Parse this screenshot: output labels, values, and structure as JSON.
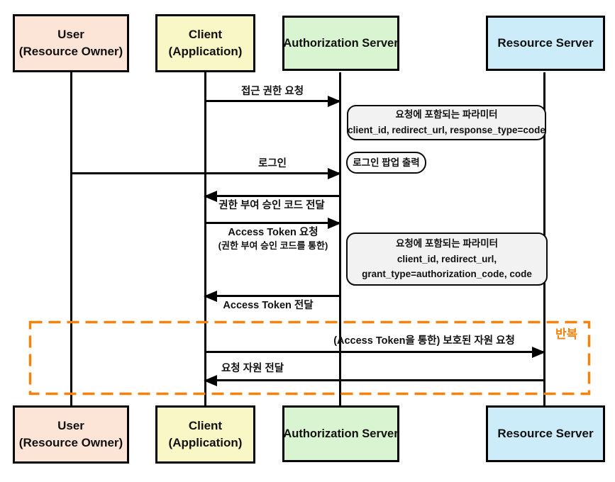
{
  "diagram_type": "sequence-diagram",
  "actors": {
    "user": {
      "name": "User",
      "subtitle": "(Resource Owner)",
      "fill": "#fce5d7"
    },
    "client": {
      "name": "Client",
      "subtitle": "(Application)",
      "fill": "#f9f7c5"
    },
    "auth_server": {
      "name": "Authorization Server",
      "fill": "#d9f4d0"
    },
    "resource_server": {
      "name": "Resource Server",
      "fill": "#cdecfa"
    }
  },
  "messages": [
    {
      "from": "client",
      "to": "auth_server",
      "label": "접근 권한 요청"
    },
    {
      "from": "user",
      "to": "auth_server",
      "label": "로그인"
    },
    {
      "from": "auth_server",
      "to": "client",
      "label": "권한 부여 승인 코드 전달"
    },
    {
      "from": "client",
      "to": "auth_server",
      "label": "Access Token 요청",
      "sublabel": "(권한 부여 승인 코드를 통한)"
    },
    {
      "from": "auth_server",
      "to": "client",
      "label": "Access Token 전달"
    },
    {
      "from": "client",
      "to": "resource_server",
      "label": "(Access Token을 통한) 보호된 자원 요청"
    },
    {
      "from": "resource_server",
      "to": "client",
      "label": "요청 자원 전달"
    }
  ],
  "notes": [
    {
      "attached_to": "auth_server",
      "lines": [
        "요청에 포함되는 파라미터",
        "client_id, redirect_url, response_type=code"
      ]
    },
    {
      "attached_to": "auth_server",
      "lines": [
        "로그인 팝업 출력"
      ]
    },
    {
      "attached_to": "auth_server",
      "lines": [
        "요청에 포함되는 파라미터",
        "client_id, redirect_url,",
        "grant_type=authorization_code, code"
      ]
    }
  ],
  "repeat_fragment": {
    "label": "반복",
    "color": "#f5820c"
  },
  "colors": {
    "line": "#000000",
    "note_fill": "#f2f2f2",
    "repeat_orange": "#f5820c"
  }
}
